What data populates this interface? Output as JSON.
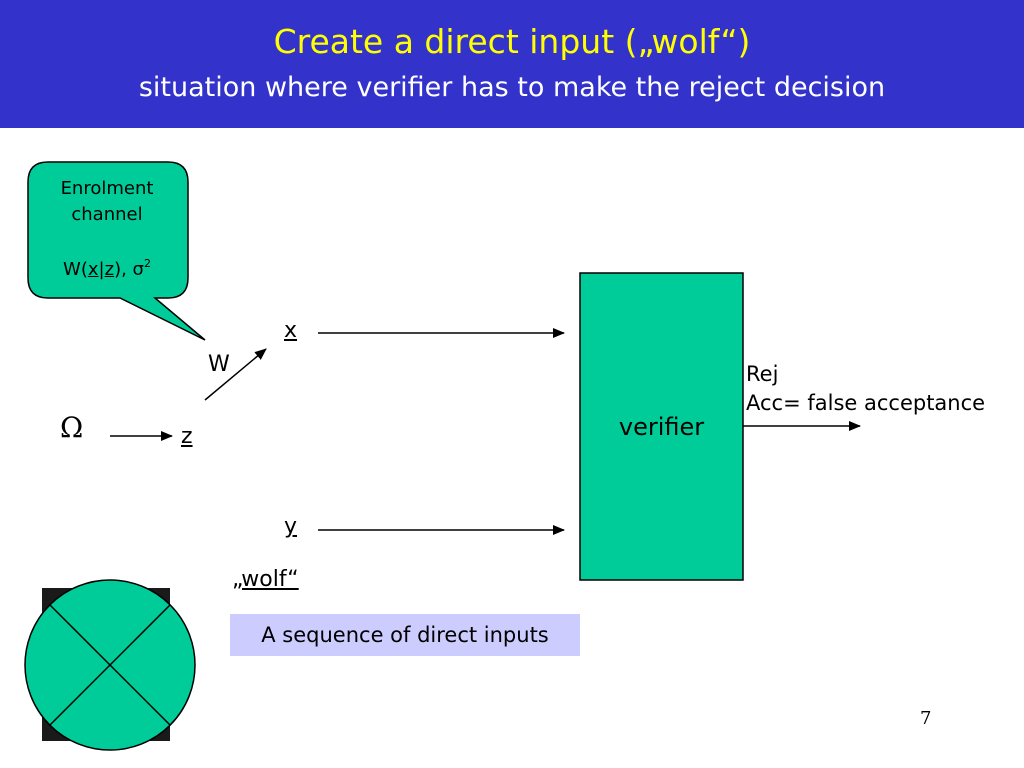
{
  "slide": {
    "title": "Create a direct input („wolf“)",
    "subtitle": "situation where verifier has to make the reject decision",
    "page_number": "7"
  },
  "colors": {
    "header_bg": "#3333cc",
    "title": "#ffff00",
    "subtitle": "#ffffff",
    "green": "#00cc99",
    "sequence_box": "#ccccff"
  },
  "callout": {
    "line1": "Enrolment",
    "line2": "channel",
    "formula_prefix": "W(",
    "formula_x": "x",
    "formula_sep": "|",
    "formula_z": "z",
    "formula_suffix": "), σ",
    "formula_sup": "2"
  },
  "diagram": {
    "omega": "Ω",
    "z": "z",
    "w": "W",
    "x": "x",
    "y": "y",
    "wolf": "„wolf“",
    "verifier": "verifier",
    "rej": "Rej",
    "acc": "Acc= false acceptance",
    "sequence": "A sequence of direct inputs"
  }
}
